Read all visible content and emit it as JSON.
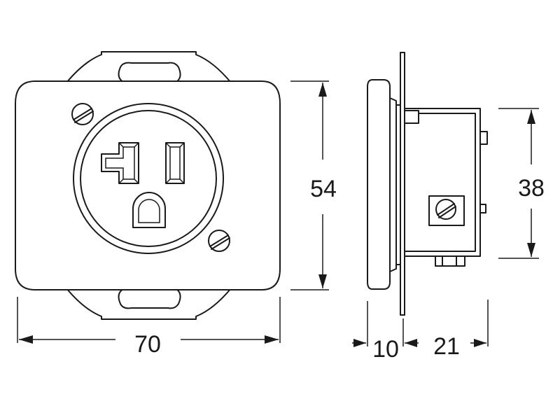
{
  "dimensions": {
    "width": "70",
    "height": "54",
    "depth_front": "10",
    "depth_body": "21",
    "insert_height": "38"
  }
}
